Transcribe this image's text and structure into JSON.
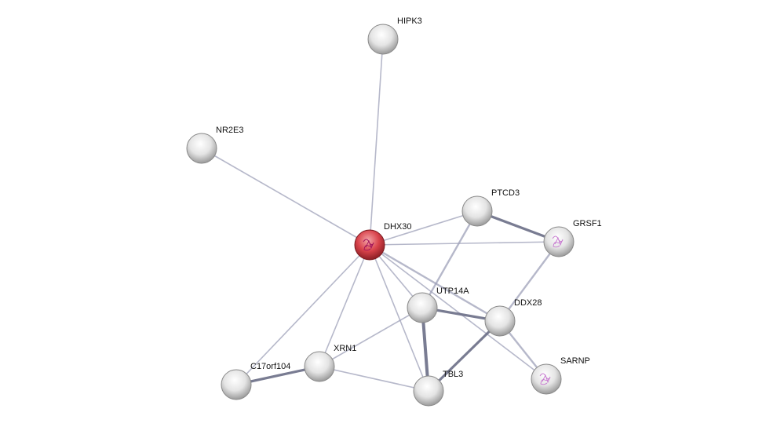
{
  "network": {
    "query_node": "DHX30",
    "colors": {
      "query": "#d9434b",
      "node": "#e6e6e6",
      "edge": "#9da0b8",
      "edge_strong": "#6a6e86"
    },
    "nodes": [
      {
        "id": "HIPK3",
        "label": "HIPK3",
        "structure": false
      },
      {
        "id": "NR2E3",
        "label": "NR2E3",
        "structure": false
      },
      {
        "id": "PTCD3",
        "label": "PTCD3",
        "structure": false
      },
      {
        "id": "DHX30",
        "label": "DHX30",
        "structure": true
      },
      {
        "id": "GRSF1",
        "label": "GRSF1",
        "structure": true
      },
      {
        "id": "UTP14A",
        "label": "UTP14A",
        "structure": false
      },
      {
        "id": "DDX28",
        "label": "DDX28",
        "structure": false
      },
      {
        "id": "XRN1",
        "label": "XRN1",
        "structure": false
      },
      {
        "id": "C17orf104",
        "label": "C17orf104",
        "structure": false
      },
      {
        "id": "TBL3",
        "label": "TBL3",
        "structure": false
      },
      {
        "id": "SARNP",
        "label": "SARNP",
        "structure": true
      }
    ],
    "edges": [
      {
        "source": "DHX30",
        "target": "HIPK3",
        "weight": 1
      },
      {
        "source": "DHX30",
        "target": "NR2E3",
        "weight": 1
      },
      {
        "source": "DHX30",
        "target": "PTCD3",
        "weight": 1
      },
      {
        "source": "DHX30",
        "target": "GRSF1",
        "weight": 1
      },
      {
        "source": "DHX30",
        "target": "UTP14A",
        "weight": 1
      },
      {
        "source": "DHX30",
        "target": "DDX28",
        "weight": 2
      },
      {
        "source": "DHX30",
        "target": "SARNP",
        "weight": 1
      },
      {
        "source": "DHX30",
        "target": "XRN1",
        "weight": 1
      },
      {
        "source": "DHX30",
        "target": "C17orf104",
        "weight": 1
      },
      {
        "source": "DHX30",
        "target": "TBL3",
        "weight": 1
      },
      {
        "source": "PTCD3",
        "target": "GRSF1",
        "weight": 3
      },
      {
        "source": "PTCD3",
        "target": "UTP14A",
        "weight": 2
      },
      {
        "source": "GRSF1",
        "target": "DDX28",
        "weight": 2
      },
      {
        "source": "UTP14A",
        "target": "DDX28",
        "weight": 3
      },
      {
        "source": "UTP14A",
        "target": "TBL3",
        "weight": 4
      },
      {
        "source": "UTP14A",
        "target": "XRN1",
        "weight": 1
      },
      {
        "source": "DDX28",
        "target": "TBL3",
        "weight": 3
      },
      {
        "source": "DDX28",
        "target": "SARNP",
        "weight": 2
      },
      {
        "source": "XRN1",
        "target": "C17orf104",
        "weight": 3
      },
      {
        "source": "XRN1",
        "target": "TBL3",
        "weight": 1
      }
    ]
  }
}
